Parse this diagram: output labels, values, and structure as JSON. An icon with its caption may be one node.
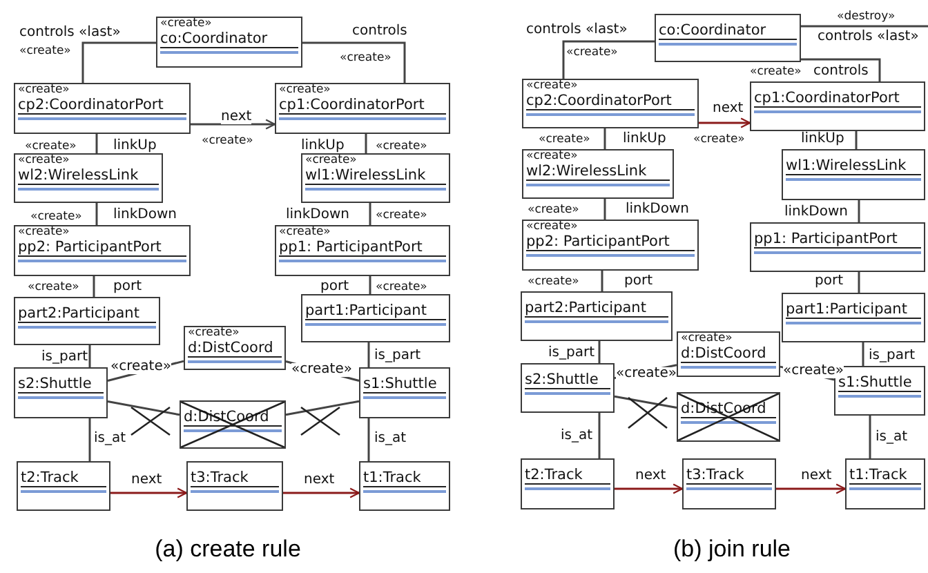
{
  "diagram": {
    "nodes": [
      {
        "text": [
          "«create»",
          "co:Coordinator"
        ]
      },
      {
        "text": [
          "«create»",
          "cp2:CoordinatorPort"
        ]
      },
      {
        "text": [
          "«create»",
          "cp1:CoordinatorPort"
        ]
      },
      {
        "text": [
          "«create»",
          "wl2:WirelessLink"
        ]
      },
      {
        "text": [
          "«create»",
          "wl1:WirelessLink"
        ]
      },
      {
        "text": [
          "«create»",
          "pp2: ParticipantPort"
        ]
      },
      {
        "text": [
          "«create»",
          "pp1: ParticipantPort"
        ]
      },
      {
        "text": [
          "part2:Participant"
        ]
      },
      {
        "text": [
          "part1:Participant"
        ]
      },
      {
        "text": [
          "«create»",
          "d:DistCoord"
        ]
      },
      {
        "text": [
          "s2:Shuttle"
        ]
      },
      {
        "text": [
          "s1:Shuttle"
        ]
      },
      {
        "text": [
          "d:DistCoord"
        ]
      },
      {
        "text": [
          "t2:Track"
        ]
      },
      {
        "text": [
          "t3:Track"
        ]
      },
      {
        "text": [
          "t1:Track"
        ]
      },
      {
        "text": [
          "co:Coordinator"
        ]
      },
      {
        "text": [
          "«create»",
          "cp2:CoordinatorPort"
        ]
      },
      {
        "text": [
          "cp1:CoordinatorPort"
        ]
      },
      {
        "text": [
          "«create»",
          "wl2:WirelessLink"
        ]
      },
      {
        "text": [
          "wl1:WirelessLink"
        ]
      },
      {
        "text": [
          "«create»",
          "pp2: ParticipantPort"
        ]
      },
      {
        "text": [
          "pp1: ParticipantPort"
        ]
      },
      {
        "text": [
          "part2:Participant"
        ]
      },
      {
        "text": [
          "part1:Participant"
        ]
      },
      {
        "text": [
          "«create»",
          "d:DistCoord"
        ]
      },
      {
        "text": [
          "s2:Shuttle"
        ]
      },
      {
        "text": [
          "s1:Shuttle"
        ]
      },
      {
        "text": [
          "d:DistCoord"
        ]
      },
      {
        "text": [
          "t2:Track"
        ]
      },
      {
        "text": [
          "t3:Track"
        ]
      },
      {
        "text": [
          "t1:Track"
        ]
      }
    ],
    "edges": [
      {
        "from": 0,
        "to": 1,
        "arrow": "none",
        "label": "controls «last»"
      },
      {
        "from": 0,
        "to": 2,
        "arrow": "none",
        "label": "controls"
      },
      {
        "from": 1,
        "to": 2,
        "arrow": "to",
        "label": "next"
      },
      {
        "from": 1,
        "to": 3,
        "arrow": "none",
        "label": "linkUp"
      },
      {
        "from": 2,
        "to": 4,
        "arrow": "none",
        "label": "linkUp"
      },
      {
        "from": 3,
        "to": 5,
        "arrow": "none",
        "label": "linkDown"
      },
      {
        "from": 4,
        "to": 6,
        "arrow": "none",
        "label": "linkDown"
      },
      {
        "from": 5,
        "to": 7,
        "arrow": "none",
        "label": "port"
      },
      {
        "from": 6,
        "to": 8,
        "arrow": "none",
        "label": "port"
      },
      {
        "from": 7,
        "to": 10,
        "arrow": "none",
        "label": "is_part"
      },
      {
        "from": 8,
        "to": 11,
        "arrow": "none",
        "label": "is_part"
      },
      {
        "from": 10,
        "to": 9,
        "arrow": "none",
        "label": "«create»"
      },
      {
        "from": 11,
        "to": 9,
        "arrow": "none",
        "label": "«create»"
      },
      {
        "from": 10,
        "to": 12,
        "arrow": "none"
      },
      {
        "from": 11,
        "to": 12,
        "arrow": "none"
      },
      {
        "from": 10,
        "to": 13,
        "arrow": "none",
        "label": "is_at"
      },
      {
        "from": 11,
        "to": 15,
        "arrow": "none",
        "label": "is_at"
      },
      {
        "from": 13,
        "to": 14,
        "arrow": "to",
        "label": "next",
        "color": "#8b1a1a"
      },
      {
        "from": 14,
        "to": 15,
        "arrow": "to",
        "label": "next",
        "color": "#8b1a1a"
      },
      {
        "from": 16,
        "to": 17,
        "arrow": "none",
        "label": "controls «last»"
      },
      {
        "from": 16,
        "to": null,
        "arrow": "none",
        "label": "controls «last»"
      },
      {
        "from": 16,
        "to": 18,
        "arrow": "none",
        "label": "controls"
      },
      {
        "from": 17,
        "to": 18,
        "arrow": "to",
        "label": "next",
        "color": "#8b1a1a"
      },
      {
        "from": 17,
        "to": 19,
        "arrow": "none",
        "label": "linkUp"
      },
      {
        "from": 18,
        "to": 20,
        "arrow": "none",
        "label": "linkUp"
      },
      {
        "from": 19,
        "to": 21,
        "arrow": "none",
        "label": "linkDown"
      },
      {
        "from": 20,
        "to": 22,
        "arrow": "none",
        "label": "linkDown"
      },
      {
        "from": 21,
        "to": 23,
        "arrow": "none",
        "label": "port"
      },
      {
        "from": 22,
        "to": 24,
        "arrow": "none",
        "label": "port"
      },
      {
        "from": 23,
        "to": 26,
        "arrow": "none",
        "label": "is_part"
      },
      {
        "from": 24,
        "to": 27,
        "arrow": "none",
        "label": "is_part"
      },
      {
        "from": 26,
        "to": 25,
        "arrow": "none",
        "label": "«create»"
      },
      {
        "from": 27,
        "to": 25,
        "arrow": "none",
        "label": "«create»"
      },
      {
        "from": 26,
        "to": 28,
        "arrow": "none"
      },
      {
        "from": 26,
        "to": 29,
        "arrow": "none",
        "label": "is_at"
      },
      {
        "from": 27,
        "to": 31,
        "arrow": "none",
        "label": "is_at"
      },
      {
        "from": 29,
        "to": 30,
        "arrow": "to",
        "label": "next",
        "color": "#8b1a1a"
      },
      {
        "from": 30,
        "to": 31,
        "arrow": "to",
        "label": "next",
        "color": "#8b1a1a"
      }
    ],
    "labels": [
      "«create»",
      "«create»",
      "«create»",
      "«create»",
      "«create»",
      "«create»",
      "«create»",
      "«create»",
      "«create»",
      "(a) create rule",
      "«destroy»",
      "«create»",
      "«create»",
      "«create»",
      "«create»",
      "«create»",
      "«create»",
      "(b) join rule"
    ]
  }
}
